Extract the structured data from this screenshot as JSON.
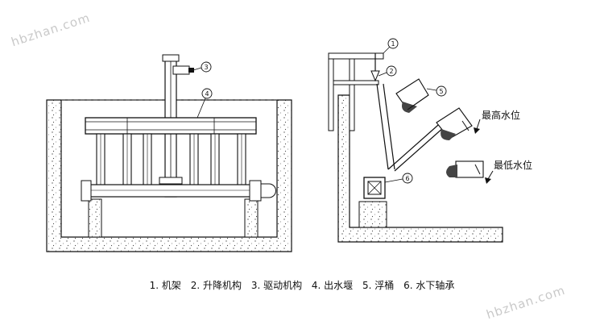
{
  "watermark": "hbzhan.com",
  "callouts": [
    "1",
    "2",
    "3",
    "4",
    "5",
    "6"
  ],
  "water_levels": {
    "highest": "最高水位",
    "lowest": "最低水位"
  },
  "legend": [
    "1. 机架",
    "2. 升降机构",
    "3. 驱动机构",
    "4. 出水堰",
    "5. 浮桶",
    "6. 水下轴承"
  ]
}
